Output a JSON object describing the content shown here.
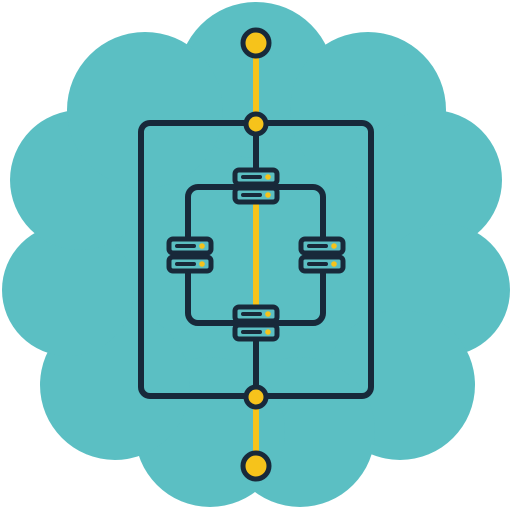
{
  "icon": {
    "name": "cloud-server-network-icon",
    "components": [
      "cloud-shape",
      "network-frame",
      "server-node",
      "connector-node",
      "link-line"
    ],
    "node_count": 4,
    "colors": {
      "cloud": "#5bbfc3",
      "stroke": "#18293a",
      "accent": "#f6c31b",
      "server_fill": "#5bbfc3"
    }
  }
}
